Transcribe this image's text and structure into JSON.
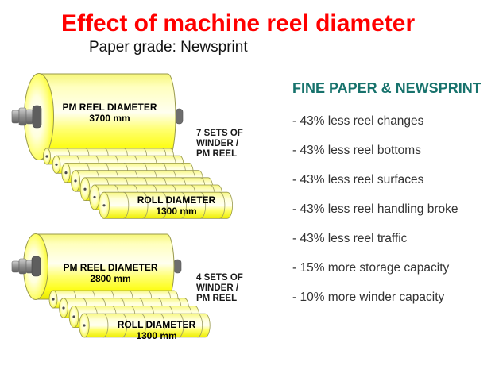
{
  "slide": {
    "title": "Effect of machine reel diameter",
    "subtitle": "Paper grade: Newsprint"
  },
  "right_panel": {
    "heading": "FINE PAPER & NEWSPRINT",
    "bullets": [
      "- 43% less reel changes",
      "- 43% less reel bottoms",
      "- 43% less reel surfaces",
      "- 43% less reel handling broke",
      "- 43% less reel traffic",
      "- 15% more storage capacity",
      "- 10% more winder capacity"
    ]
  },
  "diagrams": [
    {
      "reel_label": "PM REEL DIAMETER\n3700 mm",
      "sets_note": "7 SETS OF\nWINDER /\nPM REEL",
      "roll_label": "ROLL DIAMETER\n1300 mm",
      "roll_rows": 7
    },
    {
      "reel_label": "PM REEL DIAMETER\n2800 mm",
      "sets_note": "4 SETS OF\nWINDER /\nPM REEL",
      "roll_label": "ROLL DIAMETER\n1300 mm",
      "roll_rows": 4
    }
  ],
  "colors": {
    "title_red": "#FF0000",
    "heading_teal": "#17726C",
    "body_text": "#333333",
    "reel_yellow": "#FFFF00"
  }
}
